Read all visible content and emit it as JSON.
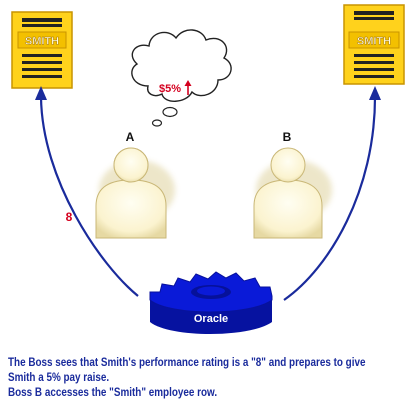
{
  "cards": {
    "left": {
      "name": "SMITH"
    },
    "right": {
      "name": "SMITH"
    }
  },
  "thought": {
    "text": "$5%",
    "arrow_icon": "up-arrow-icon"
  },
  "users": {
    "a_label": "A",
    "b_label": "B"
  },
  "arrow_label": "8",
  "database": {
    "label": "Oracle"
  },
  "caption": {
    "line1": "The Boss sees that Smith's performance rating is a \"8\" and prepares to give",
    "line2": "Smith a 5% pay raise.",
    "line3": "Boss B accesses the \"Smith\" employee row."
  },
  "colors": {
    "card_fill": "#ffd21c",
    "card_stroke": "#c89400",
    "arrow": "#1a2b9c",
    "number": "#d4001f",
    "gear": "#0a1ad8",
    "user_fill": "#fdf8da",
    "caption": "#1a2b9c"
  }
}
